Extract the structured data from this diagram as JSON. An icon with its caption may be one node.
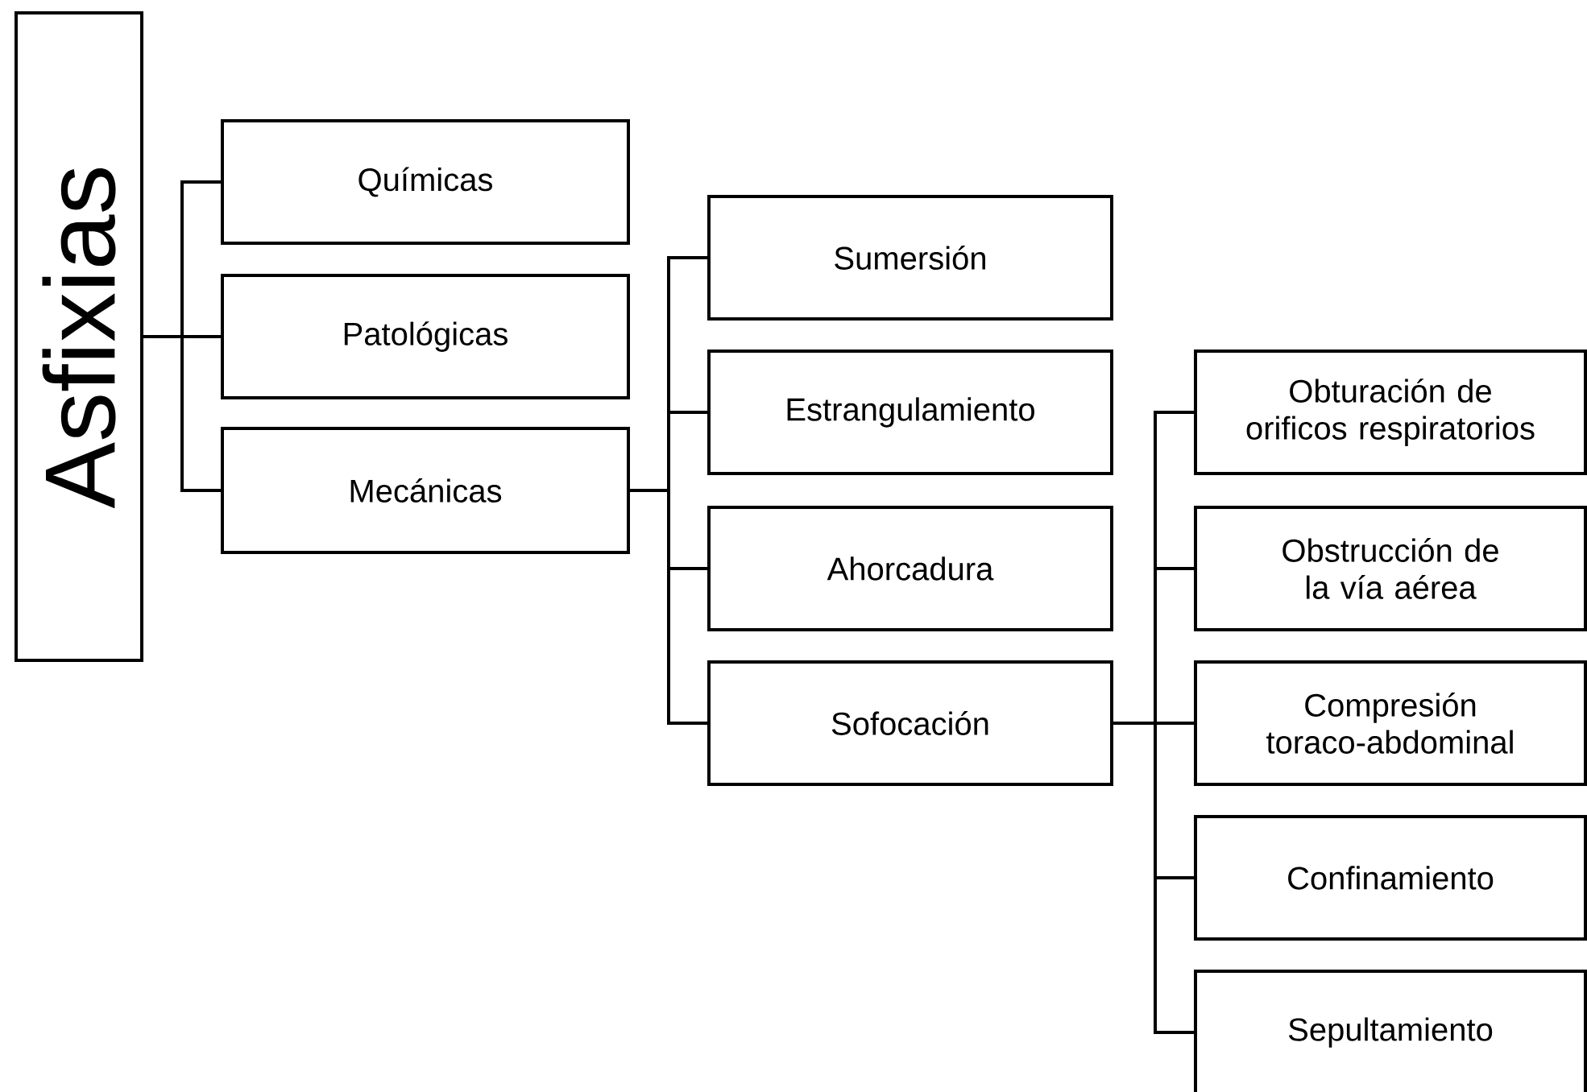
{
  "diagram": {
    "nodes": [
      {
        "text": [
          "Asfixias"
        ]
      },
      {
        "text": [
          "Químicas"
        ]
      },
      {
        "text": [
          "Patológicas"
        ]
      },
      {
        "text": [
          "Mecánicas"
        ]
      },
      {
        "text": [
          "Sumersión"
        ]
      },
      {
        "text": [
          "Estrangulamiento"
        ]
      },
      {
        "text": [
          "Ahorcadura"
        ]
      },
      {
        "text": [
          "Sofocación"
        ]
      },
      {
        "text": [
          "Obturación de orificos respiratorios"
        ]
      },
      {
        "text": [
          "Obstrucción de la vía aérea"
        ]
      },
      {
        "text": [
          "Compresión toraco-abdominal"
        ]
      },
      {
        "text": [
          "Confinamiento"
        ]
      },
      {
        "text": [
          "Sepultamiento"
        ]
      }
    ],
    "edges": [
      {
        "from": 0,
        "to": 1,
        "arrow": "none"
      },
      {
        "from": 0,
        "to": 2,
        "arrow": "none"
      },
      {
        "from": 0,
        "to": 3,
        "arrow": "none"
      },
      {
        "from": 3,
        "to": 4,
        "arrow": "none"
      },
      {
        "from": 3,
        "to": 5,
        "arrow": "none"
      },
      {
        "from": 3,
        "to": 6,
        "arrow": "none"
      },
      {
        "from": 3,
        "to": 7,
        "arrow": "none"
      },
      {
        "from": 7,
        "to": 8,
        "arrow": "none"
      },
      {
        "from": 7,
        "to": 9,
        "arrow": "none"
      },
      {
        "from": 7,
        "to": 10,
        "arrow": "none"
      },
      {
        "from": 7,
        "to": 11,
        "arrow": "none"
      },
      {
        "from": 7,
        "to": 12,
        "arrow": "none"
      }
    ]
  }
}
